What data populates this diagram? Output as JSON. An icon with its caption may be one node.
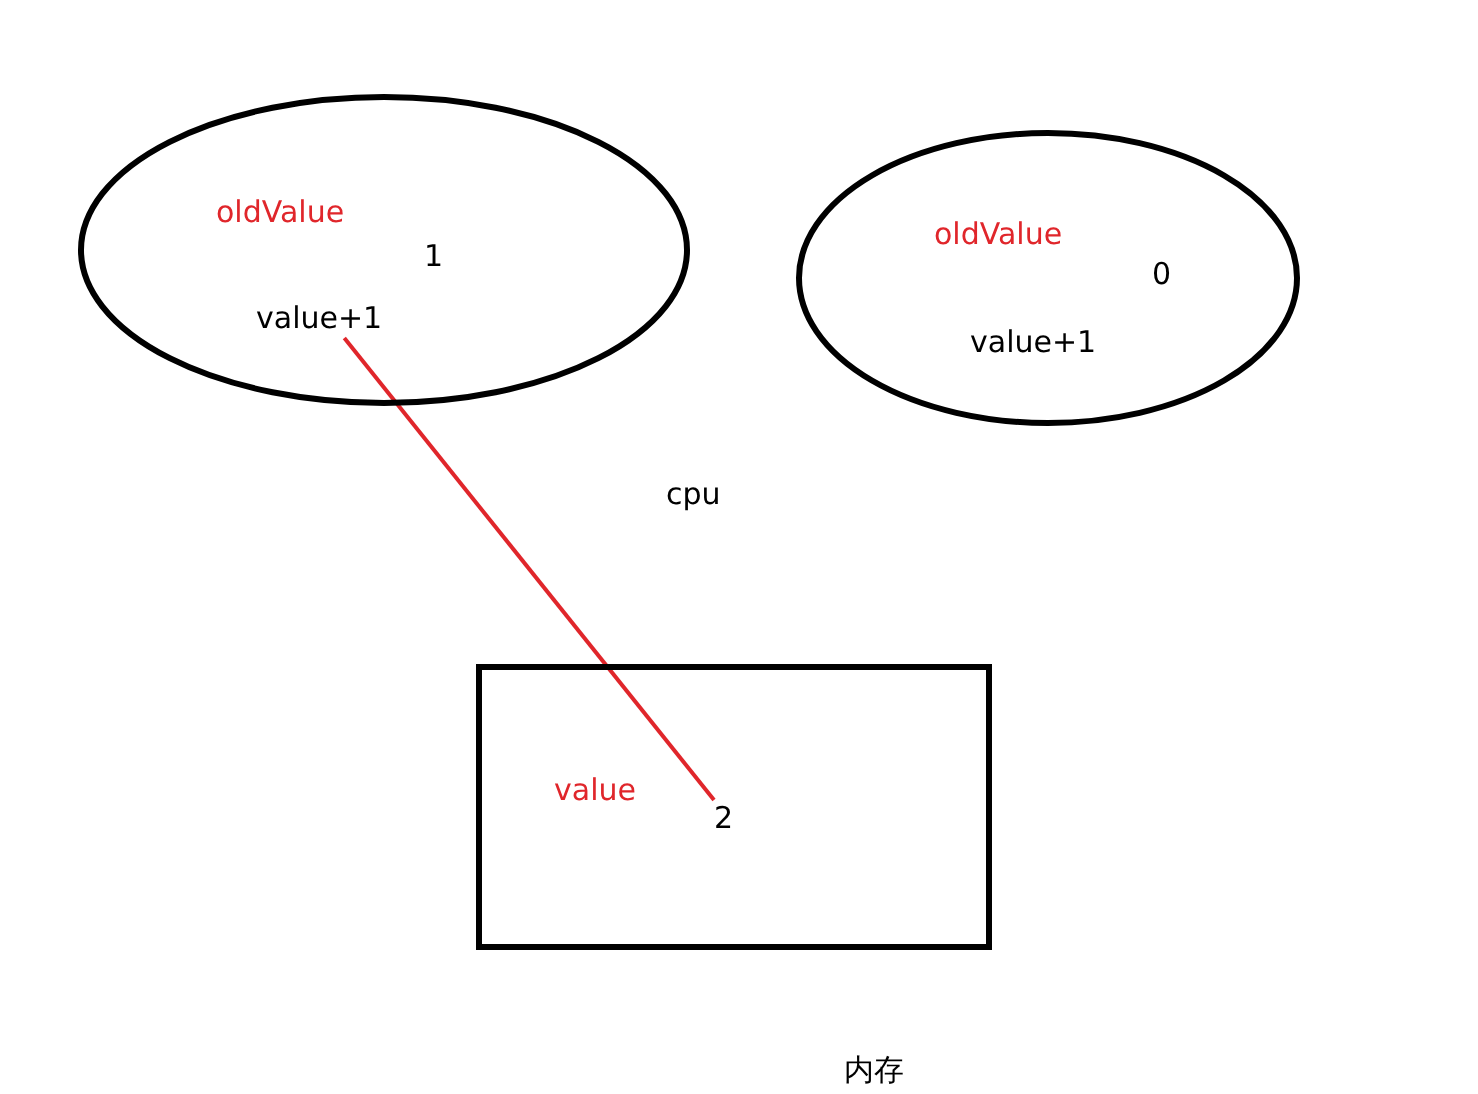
{
  "diagram": {
    "nodes": [
      {
        "text": [
          "oldValue",
          "1"
        ]
      },
      {
        "text": [
          "value+1"
        ],
        "in": 0
      },
      {
        "text": [
          "oldValue",
          "0"
        ]
      },
      {
        "text": [
          "value+1"
        ],
        "in": 2
      },
      {
        "text": [
          "value"
        ]
      },
      {
        "text": [
          "2"
        ],
        "in": 4
      }
    ],
    "edges": [
      {
        "from": 1,
        "to": 5,
        "arrow": "none",
        "color": "#e0262b"
      }
    ],
    "labels": [
      "cpu",
      "内存"
    ]
  }
}
